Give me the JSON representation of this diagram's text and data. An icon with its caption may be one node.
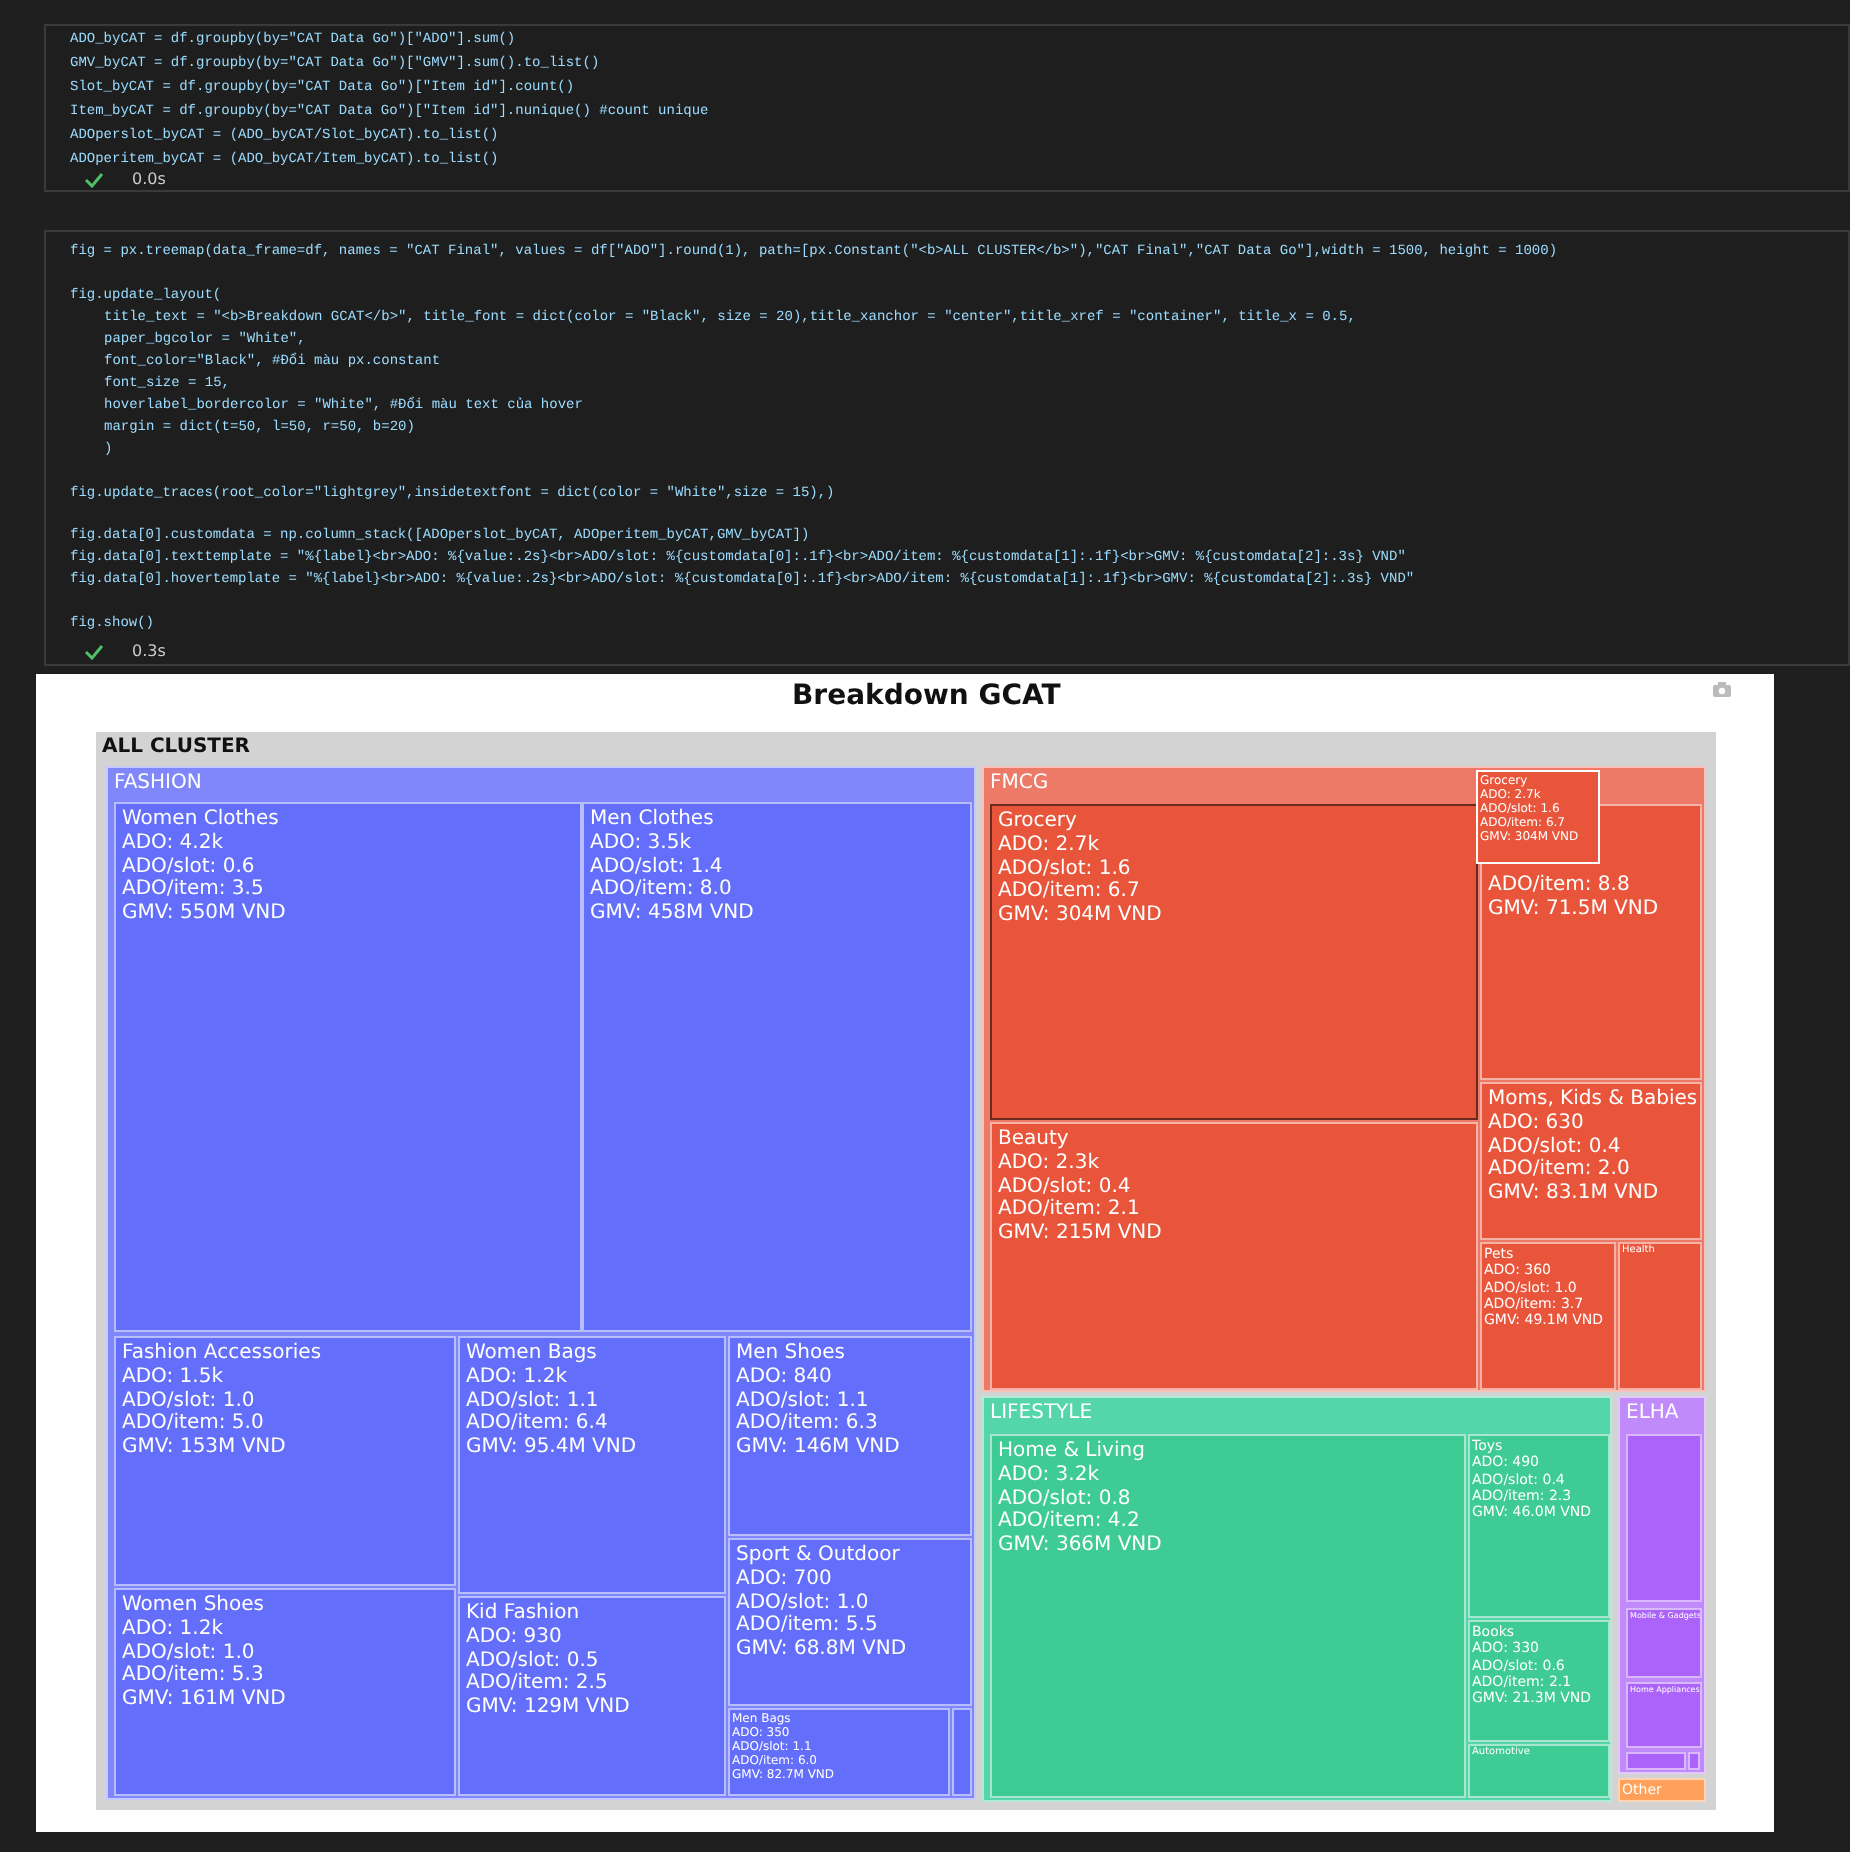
{
  "diagram": {
    "title": "Breakdown GCAT",
    "nodes": [
      {
        "text": [
          "ALL CLUSTER"
        ]
      },
      {
        "text": [
          "FASHION"
        ],
        "in": 0
      },
      {
        "text": [
          "Women Clothes",
          "ADO: 4.2k",
          "ADO/slot: 0.6",
          "ADO/item: 3.5",
          "GMV: 550M VND"
        ],
        "in": 1
      },
      {
        "text": [
          "Men Clothes",
          "ADO: 3.5k",
          "ADO/slot: 1.4",
          "ADO/item: 8.0",
          "GMV: 458M VND"
        ],
        "in": 1
      },
      {
        "text": [
          "Fashion Accessories",
          "ADO: 1.5k",
          "ADO/slot: 1.0",
          "ADO/item: 5.0",
          "GMV: 153M VND"
        ],
        "in": 1
      },
      {
        "text": [
          "Women Bags",
          "ADO: 1.2k",
          "ADO/slot: 1.1",
          "ADO/item: 6.4",
          "GMV: 95.4M VND"
        ],
        "in": 1
      },
      {
        "text": [
          "Men Shoes",
          "ADO: 840",
          "ADO/slot: 1.1",
          "ADO/item: 6.3",
          "GMV: 146M VND"
        ],
        "in": 1
      },
      {
        "text": [
          "Women Shoes",
          "ADO: 1.2k",
          "ADO/slot: 1.0",
          "ADO/item: 5.3",
          "GMV: 161M VND"
        ],
        "in": 1
      },
      {
        "text": [
          "Kid Fashion",
          "ADO: 930",
          "ADO/slot: 0.5",
          "ADO/item: 2.5",
          "GMV: 129M VND"
        ],
        "in": 1
      },
      {
        "text": [
          "Sport & Outdoor",
          "ADO: 700",
          "ADO/slot: 1.0",
          "ADO/item: 5.5",
          "GMV: 68.8M VND"
        ],
        "in": 1
      },
      {
        "text": [
          "Men Bags",
          "ADO: 350",
          "ADO/slot: 1.1",
          "ADO/item: 6.0",
          "GMV: 82.7M VND"
        ],
        "in": 1
      },
      {
        "text": [],
        "shape": "box",
        "in": 1
      },
      {
        "text": [
          "FMCG"
        ],
        "in": 0
      },
      {
        "text": [
          "Grocery",
          "ADO: 2.7k",
          "ADO/slot: 1.6",
          "ADO/item: 6.7",
          "GMV: 304M VND"
        ],
        "in": 12
      },
      {
        "text": [
          "Beauty",
          "ADO: 2.3k",
          "ADO/slot: 0.4",
          "ADO/item: 2.1",
          "GMV: 215M VND"
        ],
        "in": 12
      },
      {
        "text": [
          "ADO/item: 8.8",
          "GMV: 71.5M VND"
        ],
        "in": 12
      },
      {
        "text": [
          "Moms, Kids & Babies",
          "ADO: 630",
          "ADO/slot: 0.4",
          "ADO/item: 2.0",
          "GMV: 83.1M VND"
        ],
        "in": 12
      },
      {
        "text": [
          "Pets",
          "ADO: 360",
          "ADO/slot: 1.0",
          "ADO/item: 3.7",
          "GMV: 49.1M VND"
        ],
        "in": 12
      },
      {
        "text": [
          "Health"
        ],
        "in": 12
      },
      {
        "text": [
          "LIFESTYLE"
        ],
        "in": 0
      },
      {
        "text": [
          "Home & Living",
          "ADO: 3.2k",
          "ADO/slot: 0.8",
          "ADO/item: 4.2",
          "GMV: 366M VND"
        ],
        "in": 19
      },
      {
        "text": [
          "Toys",
          "ADO: 490",
          "ADO/slot: 0.4",
          "ADO/item: 2.3",
          "GMV: 46.0M VND"
        ],
        "in": 19
      },
      {
        "text": [
          "Books",
          "ADO: 330",
          "ADO/slot: 0.6",
          "ADO/item: 2.1",
          "GMV: 21.3M VND"
        ],
        "in": 19
      },
      {
        "text": [
          "Automotive"
        ],
        "in": 19
      },
      {
        "text": [
          "ELHA"
        ],
        "in": 0
      },
      {
        "text": [],
        "shape": "box",
        "in": 24
      },
      {
        "text": [
          "Mobile & Gadgets"
        ],
        "in": 24
      },
      {
        "text": [
          "Home Appliances"
        ],
        "in": 24
      },
      {
        "text": [],
        "shape": "box",
        "in": 24
      },
      {
        "text": [],
        "shape": "box",
        "in": 24
      },
      {
        "text": [
          "Other"
        ],
        "in": 0
      },
      {
        "text": [
          "Grocery",
          "ADO: 2.7k",
          "ADO/slot: 1.6",
          "ADO/item: 6.7",
          "GMV: 304M VND"
        ],
        "in": 12
      }
    ],
    "edges": [],
    "labels": [
      "ADO_byCAT = df.groupby(by=\"CAT Data Go\")[\"ADO\"].sum()",
      "GMV_byCAT = df.groupby(by=\"CAT Data Go\")[\"GMV\"].sum().to_list()",
      "Slot_byCAT = df.groupby(by=\"CAT Data Go\")[\"Item id\"].count()",
      "Item_byCAT = df.groupby(by=\"CAT Data Go\")[\"Item id\"].nunique() #count unique",
      "ADOperslot_byCAT = (ADO_byCAT/Slot_byCAT).to_list()",
      "ADOperitem_byCAT = (ADO_byCAT/Item_byCAT).to_list()",
      "0.0s",
      "fig = px.treemap(data_frame=df, names = \"CAT Final\", values = df[\"ADO\"].round(1), path=[px.Constant(\"<b>ALL CLUSTER</b>\"),\"CAT Final\",\"CAT Data Go\"],width = 1500, height = 1000)",
      "fig.update_layout(",
      "title_text = \"<b>Breakdown GCAT</b>\", title_font = dict(color = \"Black\", size = 20),title_xanchor = \"center\",title_xref = \"container\", title_x = 0.5,",
      "paper_bgcolor = \"White\",",
      "font_color=\"Black\", #Đổi màu px.constant",
      "font_size = 15,",
      "hoverlabel_bordercolor = \"White\", #Đổi màu text của hover",
      "margin = dict(t=50, l=50, r=50, b=20)",
      ")",
      "fig.update_traces(root_color=\"lightgrey\",insidetextfont = dict(color = \"White\",size = 15),)",
      "fig.data[0].customdata = np.column_stack([ADOperslot_byCAT, ADOperitem_byCAT,GMV_byCAT])",
      "fig.data[0].texttemplate = \"%{label}<br>ADO: %{value:.2s}<br>ADO/slot: %{customdata[0]:.1f}<br>ADO/item: %{customdata[1]:.1f}<br>GMV: %{customdata[2]:.3s} VND\"",
      "fig.data[0].hovertemplate = \"%{label}<br>ADO: %{value:.2s}<br>ADO/slot: %{customdata[0]:.1f}<br>ADO/item: %{customdata[1]:.1f}<br>GMV: %{customdata[2]:.3s} VND\"",
      "fig.show()",
      "0.3s"
    ]
  }
}
